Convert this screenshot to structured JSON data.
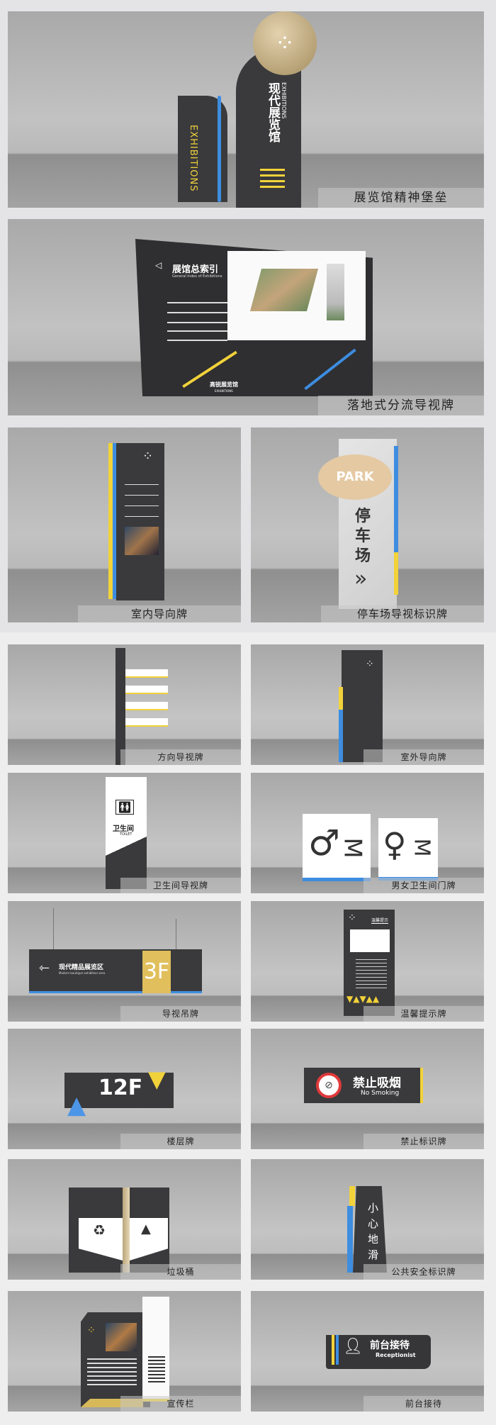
{
  "colors": {
    "accent_yellow": "#f2d23a",
    "accent_blue": "#3d8de0",
    "sign_dark": "#3a3a3c",
    "gold": "#c9b285"
  },
  "panels": [
    {
      "caption": "展览馆精神堡垒",
      "sign": {
        "title": "现代展览馆",
        "english": "EXHIBITIONS",
        "side_text": "EXHIBITIONS"
      }
    },
    {
      "caption": "落地式分流导视牌",
      "sign": {
        "title": "展馆总索引",
        "subtitle": "General Index of Exhibitions",
        "brand": "高锐展览馆",
        "brand_en": "EXHIBITIONS"
      }
    },
    {
      "caption": "室内导向牌"
    },
    {
      "caption": "停车场导视标识牌",
      "sign": {
        "badge": "PARK",
        "title": "停车场",
        "arrow": "»"
      }
    },
    {
      "caption": "方向导视牌"
    },
    {
      "caption": "室外导向牌"
    },
    {
      "caption": "卫生间导视牌",
      "sign": {
        "title": "卫生间",
        "english": "TOILET"
      }
    },
    {
      "caption": "男女卫生间门牌",
      "sign": {
        "male_letter": "M",
        "female_letter": "M"
      }
    },
    {
      "caption": "导视吊牌",
      "sign": {
        "title": "现代精品展览区",
        "english": "Modern boutique exhibition area",
        "floor": "3F"
      }
    },
    {
      "caption": "温馨提示牌",
      "sign": {
        "title": "温馨提示"
      }
    },
    {
      "caption": "楼层牌",
      "sign": {
        "floor": "12F"
      }
    },
    {
      "caption": "禁止标识牌",
      "sign": {
        "title": "禁止吸烟",
        "english": "No Smoking"
      }
    },
    {
      "caption": "垃圾桶"
    },
    {
      "caption": "公共安全标识牌",
      "sign": {
        "title": "小心地滑"
      }
    },
    {
      "caption": "宣传栏"
    },
    {
      "caption": "前台接待",
      "sign": {
        "title": "前台接待",
        "english": "Receptionist"
      }
    }
  ]
}
